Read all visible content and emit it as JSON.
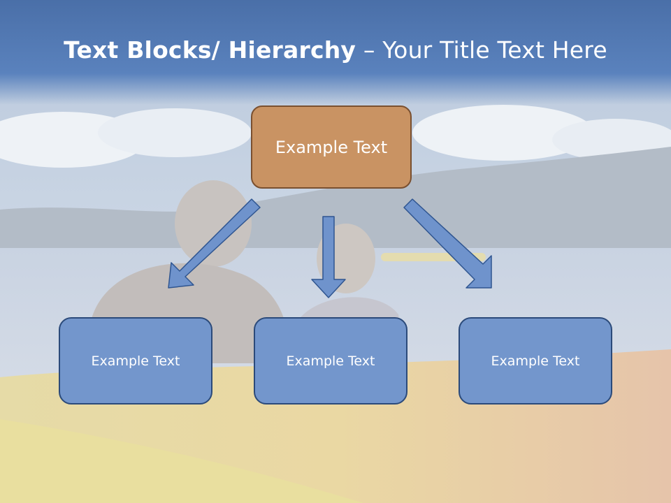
{
  "title": {
    "bold": "Text Blocks/ Hierarchy",
    "rest": " – Your Title Text Here"
  },
  "hierarchy": {
    "top": {
      "label": "Example Text"
    },
    "children": [
      {
        "label": "Example Text"
      },
      {
        "label": "Example Text"
      },
      {
        "label": "Example Text"
      }
    ]
  },
  "colors": {
    "title_bar": "#5a82bd",
    "top_box": "#c99363",
    "child_box": "#7396cc",
    "arrow": "#6f93cc"
  }
}
